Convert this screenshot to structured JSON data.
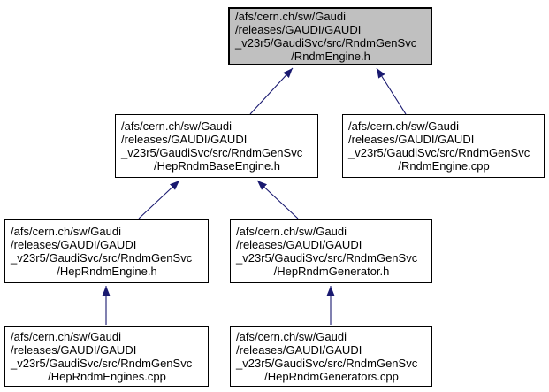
{
  "diagram": {
    "kind": "include-dependency-graph",
    "colors": {
      "background": "#ffffff",
      "node_fill": "#ffffff",
      "highlight_node_fill": "#c0c0c0",
      "node_border": "#000000",
      "edge_arrow": "#191970",
      "text": "#000000"
    },
    "nodes": [
      {
        "id": "RndmEngine.h",
        "highlighted": true,
        "lines": [
          "/afs/cern.ch/sw/Gaudi",
          "/releases/GAUDI/GAUDI",
          "_v23r5/GaudiSvc/src/RndmGenSvc",
          "/RndmEngine.h"
        ]
      },
      {
        "id": "HepRndmBaseEngine.h",
        "highlighted": false,
        "lines": [
          "/afs/cern.ch/sw/Gaudi",
          "/releases/GAUDI/GAUDI",
          "_v23r5/GaudiSvc/src/RndmGenSvc",
          "/HepRndmBaseEngine.h"
        ]
      },
      {
        "id": "RndmEngine.cpp",
        "highlighted": false,
        "lines": [
          "/afs/cern.ch/sw/Gaudi",
          "/releases/GAUDI/GAUDI",
          "_v23r5/GaudiSvc/src/RndmGenSvc",
          "/RndmEngine.cpp"
        ]
      },
      {
        "id": "HepRndmEngine.h",
        "highlighted": false,
        "lines": [
          "/afs/cern.ch/sw/Gaudi",
          "/releases/GAUDI/GAUDI",
          "_v23r5/GaudiSvc/src/RndmGenSvc",
          "/HepRndmEngine.h"
        ]
      },
      {
        "id": "HepRndmGenerator.h",
        "highlighted": false,
        "lines": [
          "/afs/cern.ch/sw/Gaudi",
          "/releases/GAUDI/GAUDI",
          "_v23r5/GaudiSvc/src/RndmGenSvc",
          "/HepRndmGenerator.h"
        ]
      },
      {
        "id": "HepRndmEngines.cpp",
        "highlighted": false,
        "lines": [
          "/afs/cern.ch/sw/Gaudi",
          "/releases/GAUDI/GAUDI",
          "_v23r5/GaudiSvc/src/RndmGenSvc",
          "/HepRndmEngines.cpp"
        ]
      },
      {
        "id": "HepRndmGenerators.cpp",
        "highlighted": false,
        "lines": [
          "/afs/cern.ch/sw/Gaudi",
          "/releases/GAUDI/GAUDI",
          "_v23r5/GaudiSvc/src/RndmGenSvc",
          "/HepRndmGenerators.cpp"
        ]
      }
    ],
    "edges": [
      {
        "from": "HepRndmBaseEngine.h",
        "to": "RndmEngine.h"
      },
      {
        "from": "RndmEngine.cpp",
        "to": "RndmEngine.h"
      },
      {
        "from": "HepRndmEngine.h",
        "to": "HepRndmBaseEngine.h"
      },
      {
        "from": "HepRndmGenerator.h",
        "to": "HepRndmBaseEngine.h"
      },
      {
        "from": "HepRndmEngines.cpp",
        "to": "HepRndmEngine.h"
      },
      {
        "from": "HepRndmGenerators.cpp",
        "to": "HepRndmGenerator.h"
      }
    ]
  }
}
